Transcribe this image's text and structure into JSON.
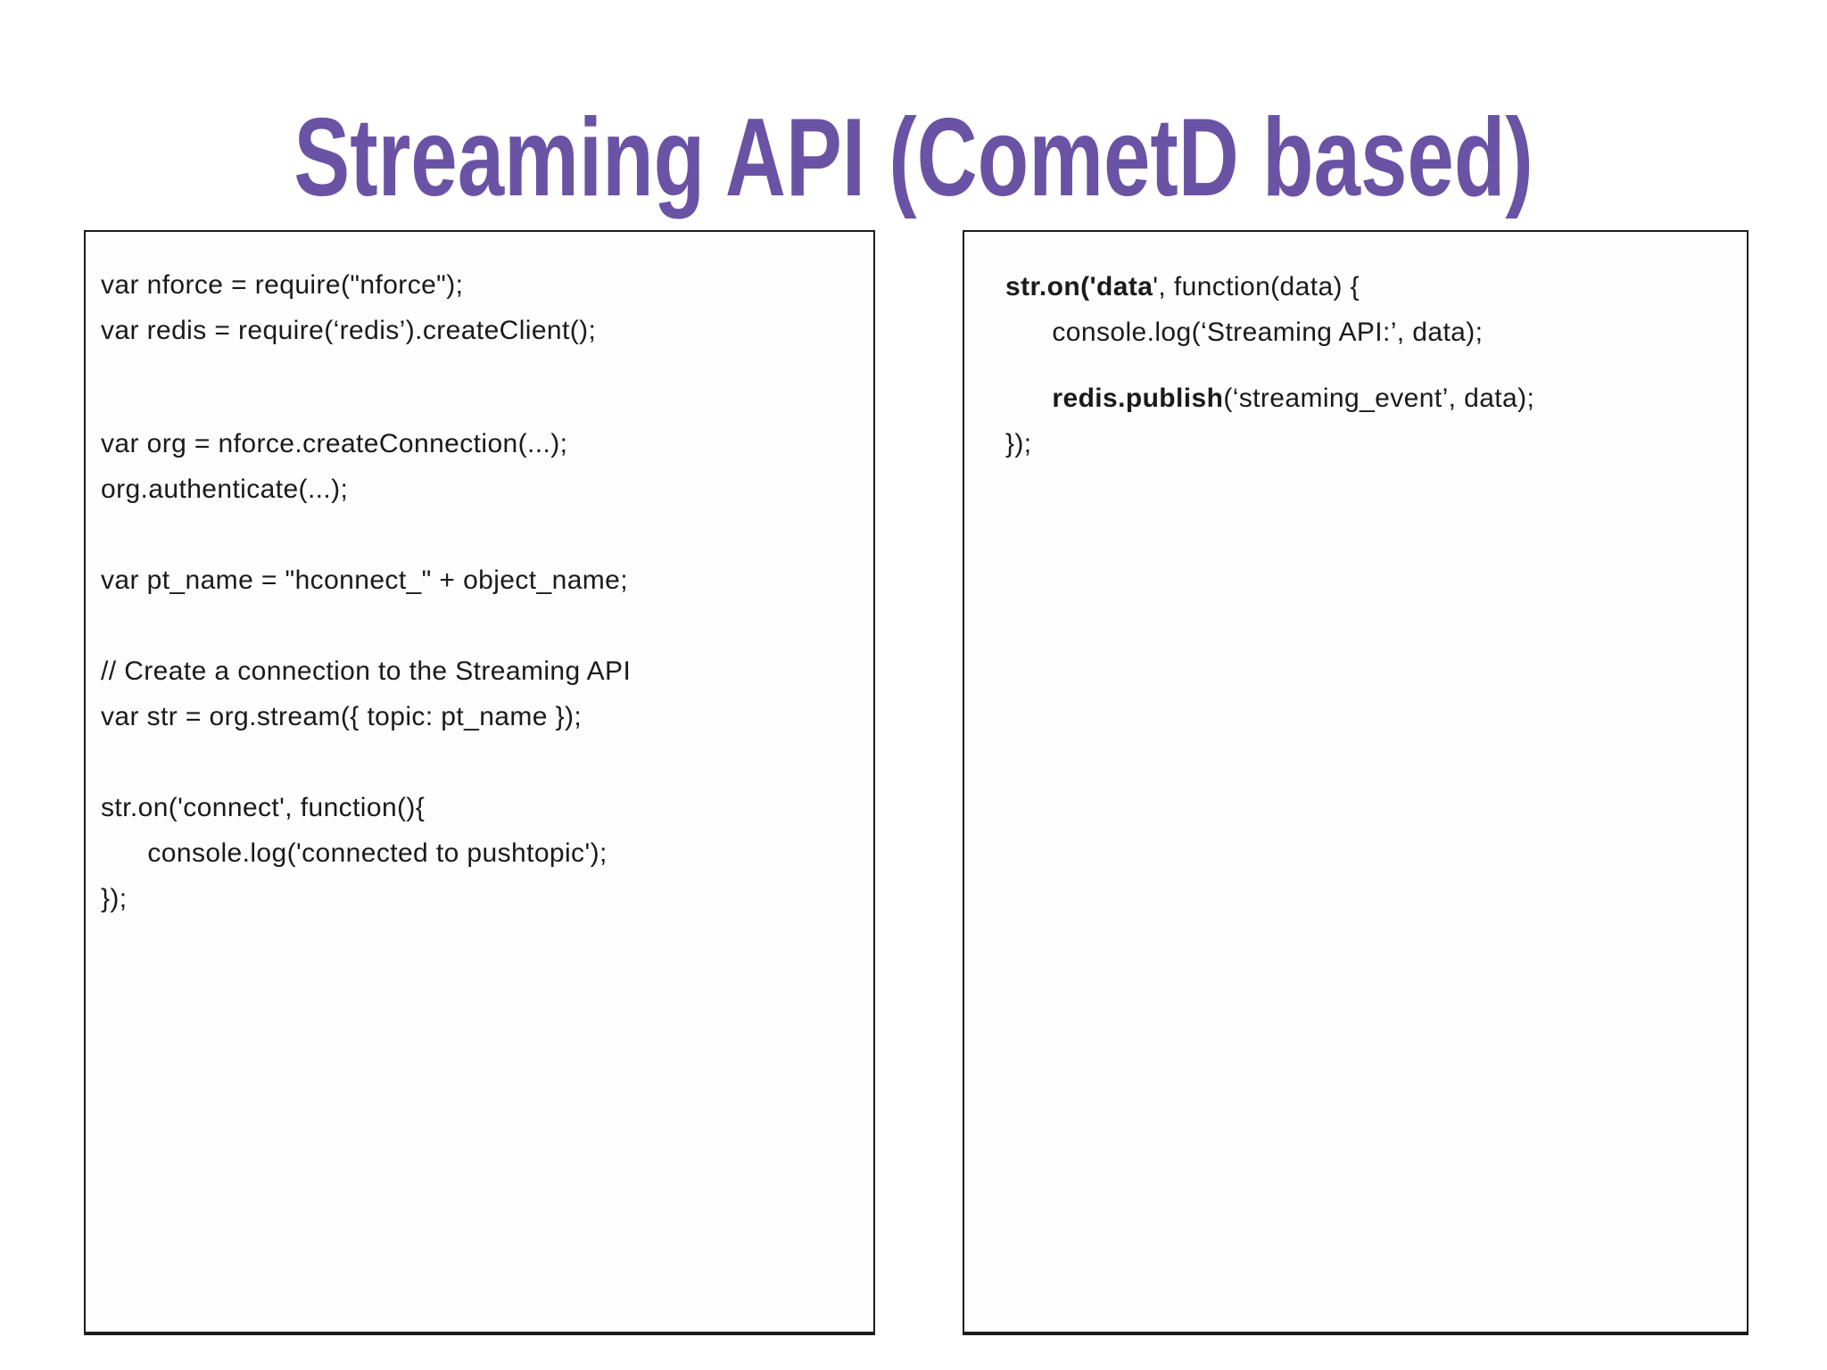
{
  "title": "Streaming API (CometD based)",
  "theme": {
    "title_color": "#6a53a4",
    "code_text_color": "#1a1a1a",
    "box_border_color": "#1c1c1c",
    "background_color": "#ffffff"
  },
  "left_box": {
    "lines": [
      [
        {
          "text": "var nforce = require(\"nforce\");"
        }
      ],
      [
        {
          "text": "var redis = require(‘redis’).createClient();"
        }
      ],
      [],
      [
        {
          "text": "var org = nforce.createConnection(...);"
        }
      ],
      [
        {
          "text": "org.authenticate(...);"
        }
      ],
      [],
      [
        {
          "text": "var pt_name = \"hconnect_\" + object_name;"
        }
      ],
      [],
      [
        {
          "text": "// Create a connection to the Streaming API"
        }
      ],
      [
        {
          "text": "var str = org.stream({ topic: pt_name });"
        }
      ],
      [],
      [
        {
          "text": "str.on('connect', function(){"
        }
      ],
      [
        {
          "text": "      console.log('connected to pushtopic');"
        }
      ],
      [
        {
          "text": "});"
        }
      ]
    ]
  },
  "right_box": {
    "lines": [
      [
        {
          "text": "str.on('data",
          "bold": true
        },
        {
          "text": "', function(data) {"
        }
      ],
      [
        {
          "text": "      console.log(‘Streaming API:’, data);"
        }
      ],
      [],
      [
        {
          "text": "      "
        },
        {
          "text": "redis.publish",
          "bold": true
        },
        {
          "text": "(‘streaming_event’, data);"
        }
      ],
      [
        {
          "text": "});"
        }
      ]
    ]
  }
}
